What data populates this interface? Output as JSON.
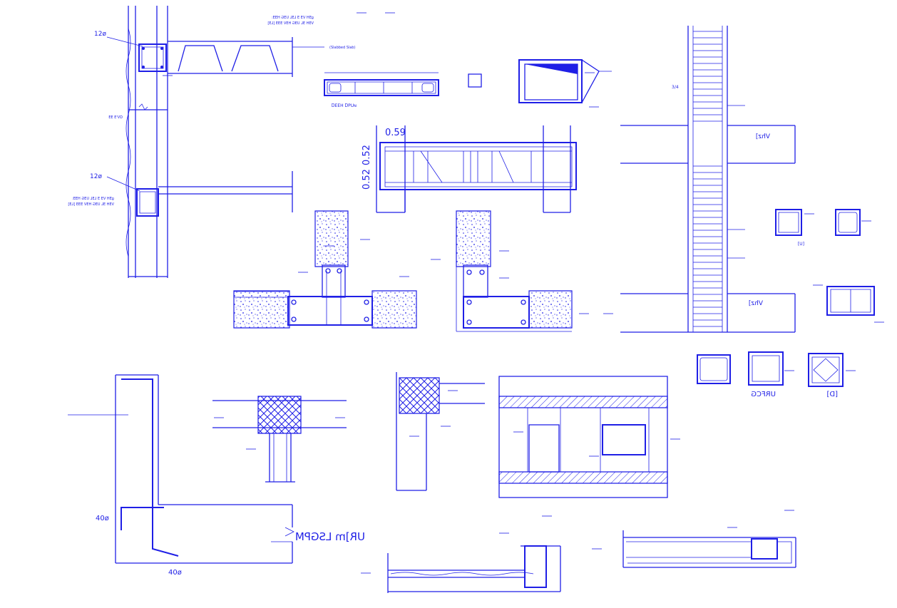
{
  "colors": {
    "ink": "#1f1fe6",
    "background": "#ffffff"
  },
  "labels": {
    "bar_12_top": "12ø",
    "bar_12_mid": "12ø",
    "bar_40_left": "40ø",
    "bar_40_bottom": "40ø",
    "dim_059": "0.59",
    "dim_052a": "0.52",
    "dim_052b": "0.52",
    "slab_note": "(Slabbed Slab)"
  },
  "mirrored_labels": {
    "note_top": "ɡƎH VƎ Ǝ  LƎL UƎG HƎƎ:",
    "note_top2": "VƎH ƎL UƎG HƎV    ƎƎƎ    [LƎ]",
    "col_note": "ᗡV'Ǝ ƎƎ",
    "beam_title": "ᴎUꟼᗡ HƎƎᗡ",
    "large_title": "UR]m LSGPM",
    "urfcg": "URFCG",
    "d_label": "[D]",
    "u_label": "[Ս]",
    "vhz_top": "Vhz]",
    "vhz_bot": "Vhz]",
    "three_four": "3/4"
  }
}
